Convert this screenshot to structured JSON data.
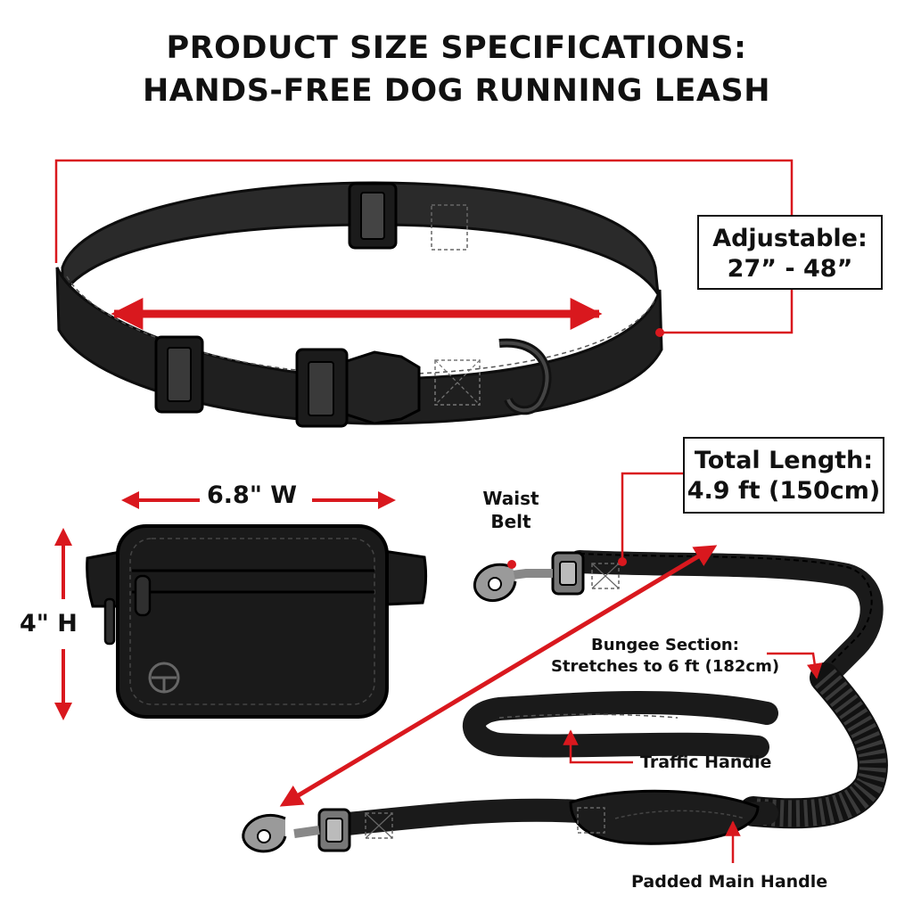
{
  "title": {
    "line1": "PRODUCT SIZE SPECIFICATIONS:",
    "line2": "HANDS-FREE DOG RUNNING LEASH"
  },
  "belt": {
    "callout_line1": "Adjustable:",
    "callout_line2": "27” - 48”"
  },
  "pouch": {
    "width_label": "6.8\" W",
    "height_label": "4\" H"
  },
  "leash": {
    "total_length_line1": "Total Length:",
    "total_length_line2": "4.9 ft (150cm)",
    "waist_belt_line1": "Waist",
    "waist_belt_line2": "Belt",
    "bungee_line1": "Bungee Section:",
    "bungee_line2": "Stretches to 6 ft (182cm)",
    "traffic_handle": "Traffic Handle",
    "padded_handle": "Padded Main Handle"
  },
  "colors": {
    "accent_red": "#d9181e",
    "strap_black": "#1c1c1c",
    "outline": "#0d0d0d",
    "hardware_grey": "#8a8a8a"
  }
}
